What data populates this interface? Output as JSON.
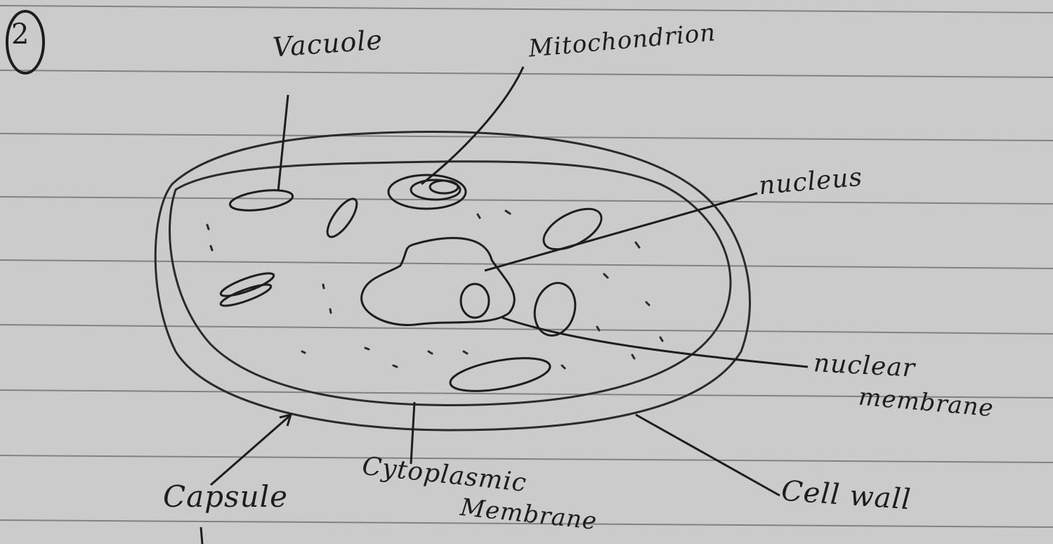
{
  "diagram": {
    "number": "2",
    "labels": {
      "vacuole": "Vacuole",
      "mitochondrion": "Mitochondrion",
      "nucleus": "nucleus",
      "nuclear_membrane_1": "nuclear",
      "nuclear_membrane_2": "membrane",
      "capsule": "Capsule",
      "cytoplasmic_membrane_1": "Cytoplasmic",
      "cytoplasmic_membrane_2": "Membrane",
      "cell_wall": "Cell wall"
    }
  }
}
